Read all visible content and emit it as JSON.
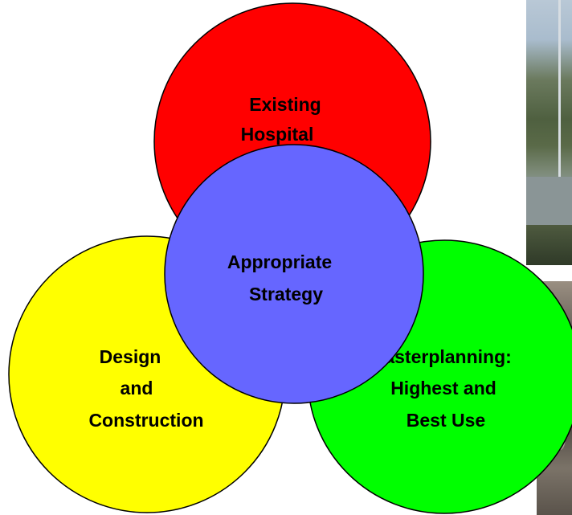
{
  "diagram": {
    "colors": {
      "existing": "#ff0000",
      "design": "#ffff00",
      "master": "#00ff00",
      "strategy": "#6666ff",
      "stroke": "#000000"
    },
    "existing_lines": [
      "Existing",
      "Hospital"
    ],
    "design_lines": [
      "Design",
      "and",
      "Construction"
    ],
    "master_lines": [
      "Masterplanning:",
      "Highest and",
      "Best Use"
    ],
    "strategy_lines": [
      "Appropriate",
      "Strategy"
    ]
  },
  "photos": {
    "top": "hospital-exterior-photo",
    "bottom": "site-ground-photo"
  }
}
